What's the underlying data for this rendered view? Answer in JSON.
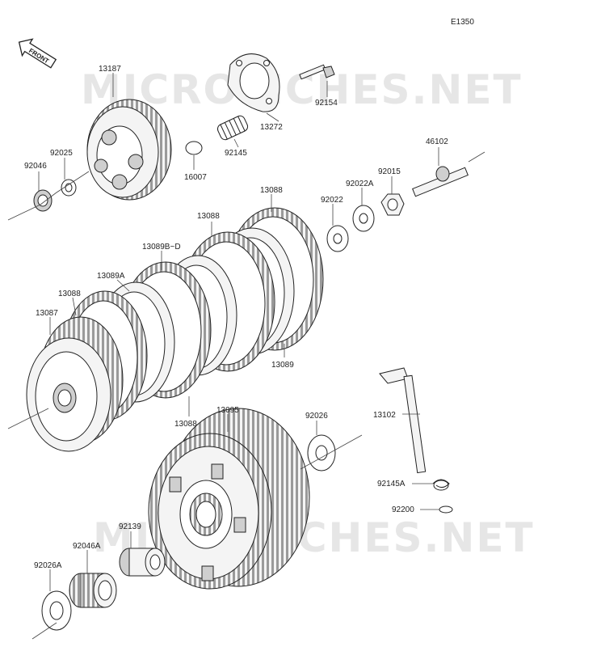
{
  "diagram": {
    "code": "E1350",
    "front_label": "FRONT",
    "watermarks": [
      "MICROFICHES.NET",
      "MICROFICHES.NET"
    ],
    "parts": [
      {
        "id": "p13187",
        "label": "13187"
      },
      {
        "id": "p92154",
        "label": "92154"
      },
      {
        "id": "p13272",
        "label": "13272"
      },
      {
        "id": "p92145",
        "label": "92145"
      },
      {
        "id": "p16007",
        "label": "16007"
      },
      {
        "id": "p92025",
        "label": "92025"
      },
      {
        "id": "p92046",
        "label": "92046"
      },
      {
        "id": "p46102",
        "label": "46102"
      },
      {
        "id": "p92015",
        "label": "92015"
      },
      {
        "id": "p92022A",
        "label": "92022A"
      },
      {
        "id": "p92022",
        "label": "92022"
      },
      {
        "id": "p13088a",
        "label": "13088"
      },
      {
        "id": "p13088b",
        "label": "13088"
      },
      {
        "id": "p13089BD",
        "label": "13089B~D"
      },
      {
        "id": "p13089A",
        "label": "13089A"
      },
      {
        "id": "p13088c",
        "label": "13088"
      },
      {
        "id": "p13087",
        "label": "13087"
      },
      {
        "id": "p13089",
        "label": "13089"
      },
      {
        "id": "p13088d",
        "label": "13088"
      },
      {
        "id": "p13095",
        "label": "13095"
      },
      {
        "id": "p92026",
        "label": "92026"
      },
      {
        "id": "p13102",
        "label": "13102"
      },
      {
        "id": "p92145A",
        "label": "92145A"
      },
      {
        "id": "p92200",
        "label": "92200"
      },
      {
        "id": "p92139",
        "label": "92139"
      },
      {
        "id": "p92046A",
        "label": "92046A"
      },
      {
        "id": "p92026A",
        "label": "92026A"
      }
    ]
  }
}
